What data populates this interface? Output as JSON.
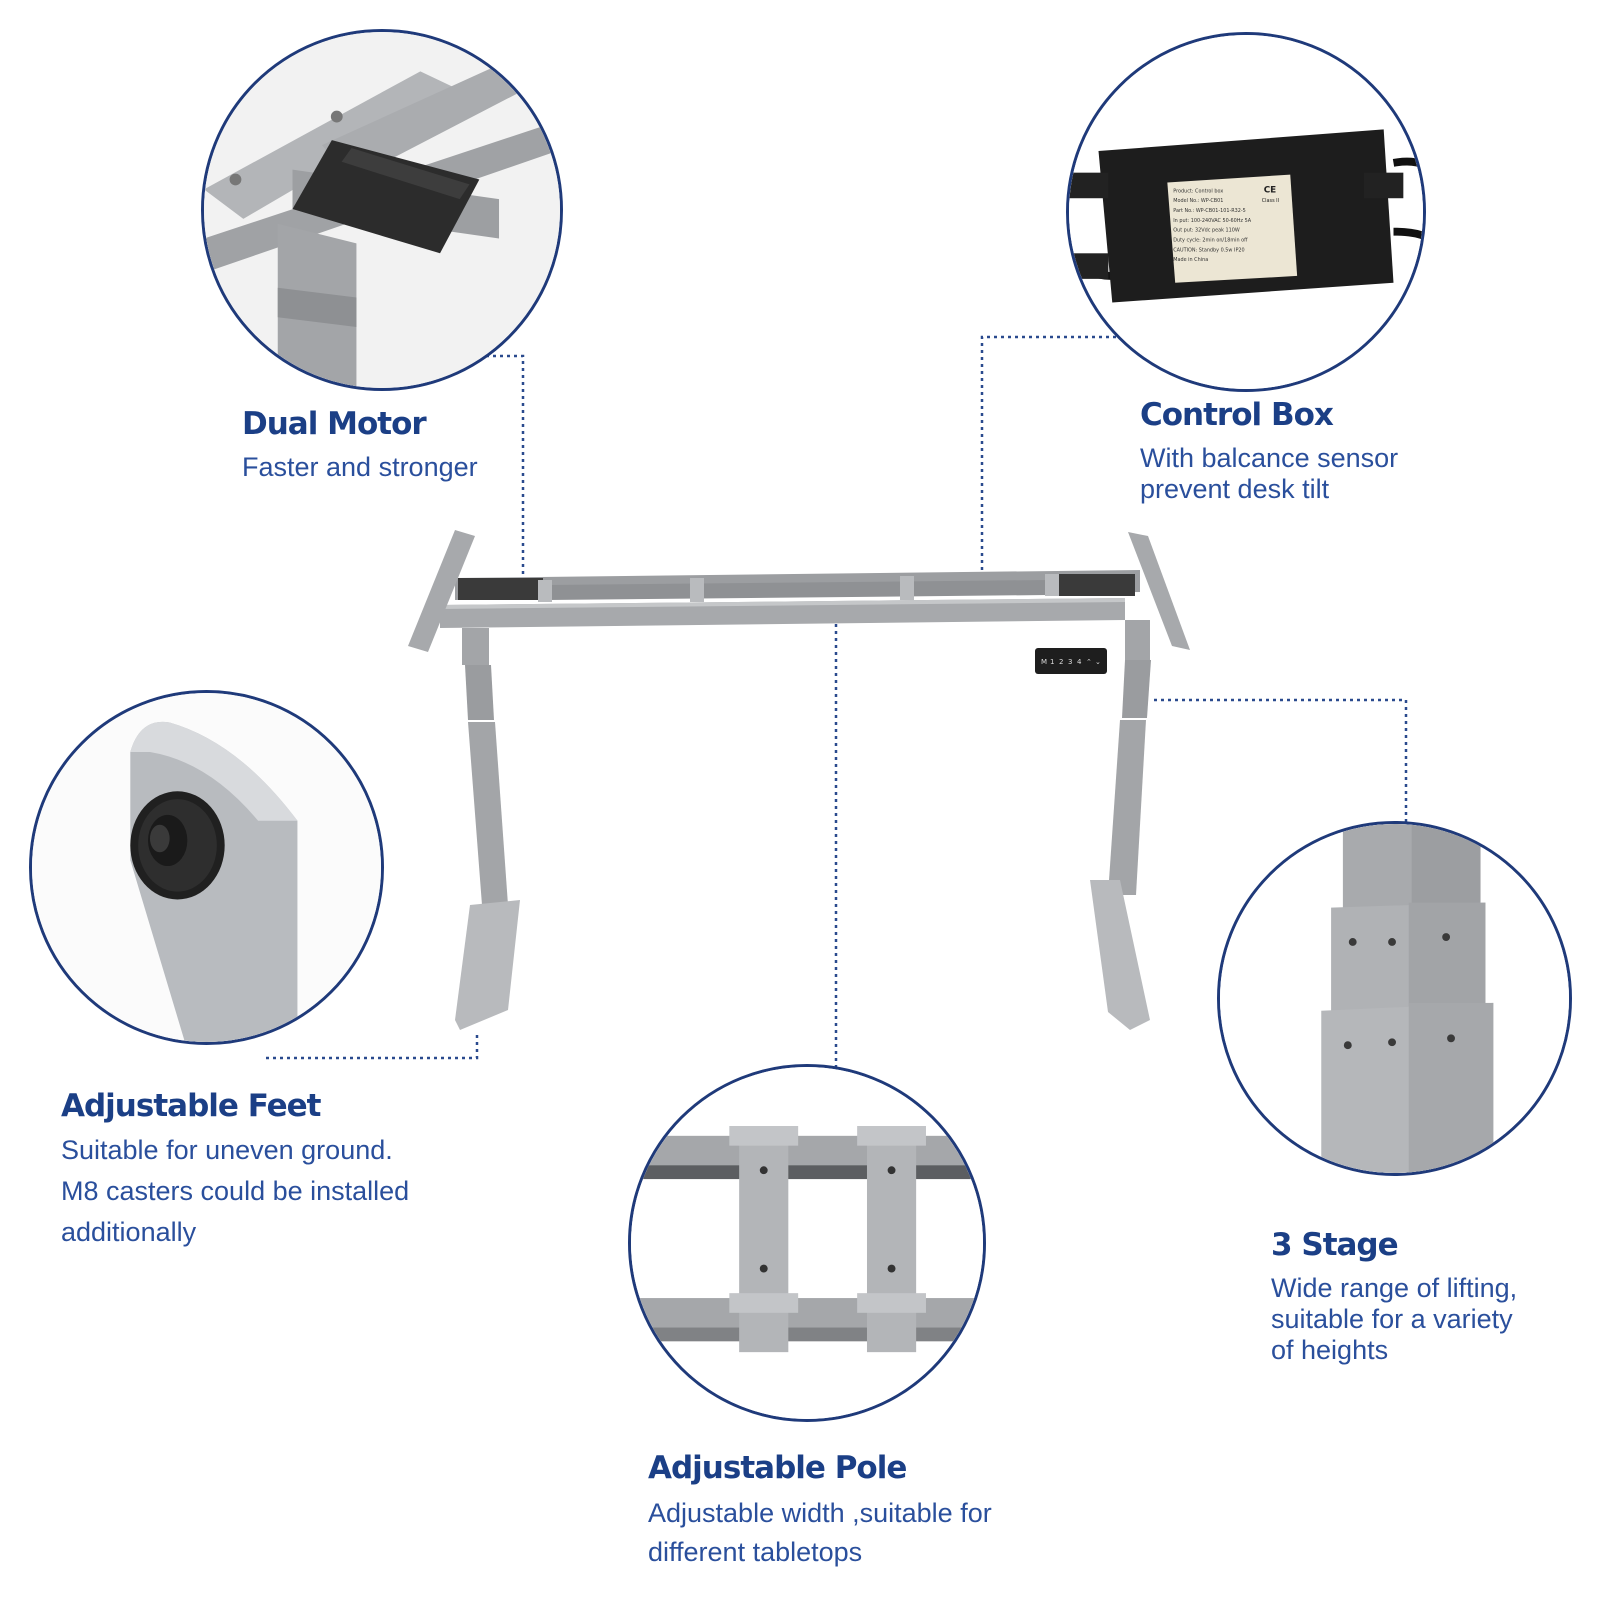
{
  "features": {
    "dual_motor": {
      "title": "Dual Motor",
      "lines": [
        "Faster and stronger"
      ]
    },
    "control_box": {
      "title": "Control Box",
      "lines": [
        "With balcance sensor",
        "prevent desk tilt"
      ]
    },
    "adjustable_feet": {
      "title": "Adjustable Feet",
      "lines": [
        "Suitable for uneven ground.",
        "M8 casters could be installed",
        "additionally"
      ]
    },
    "three_stage": {
      "title": "3 Stage",
      "lines": [
        "Wide range of lifting,",
        "suitable for a variety",
        "of heights"
      ]
    },
    "adjustable_pole": {
      "title": "Adjustable Pole",
      "lines": [
        "Adjustable width ,suitable for",
        "different  tabletops"
      ]
    }
  },
  "control_box_label": {
    "rows": [
      "Product:  Control box",
      "Model No.:  WP-CB01",
      "Part No.:  WP-CB01-101-R32-5",
      "In put:  100-240VAC 50-60Hz 5A",
      "Out put:  32Vdc peak 110W",
      "Duty cycle:  2min on/18min off",
      "CAUTION:  Standby 0.5w IP20",
      "Made in China"
    ],
    "mark": "CE",
    "class": "Class II"
  },
  "keypad": {
    "keys": [
      "M",
      "1",
      "2",
      "3",
      "4",
      "⌃",
      "⌄"
    ]
  },
  "colors": {
    "accent": "#1b3f86",
    "circle_border": "#1f3a7a",
    "frame": "#a3a5a8",
    "dark": "#2b2b2b"
  }
}
